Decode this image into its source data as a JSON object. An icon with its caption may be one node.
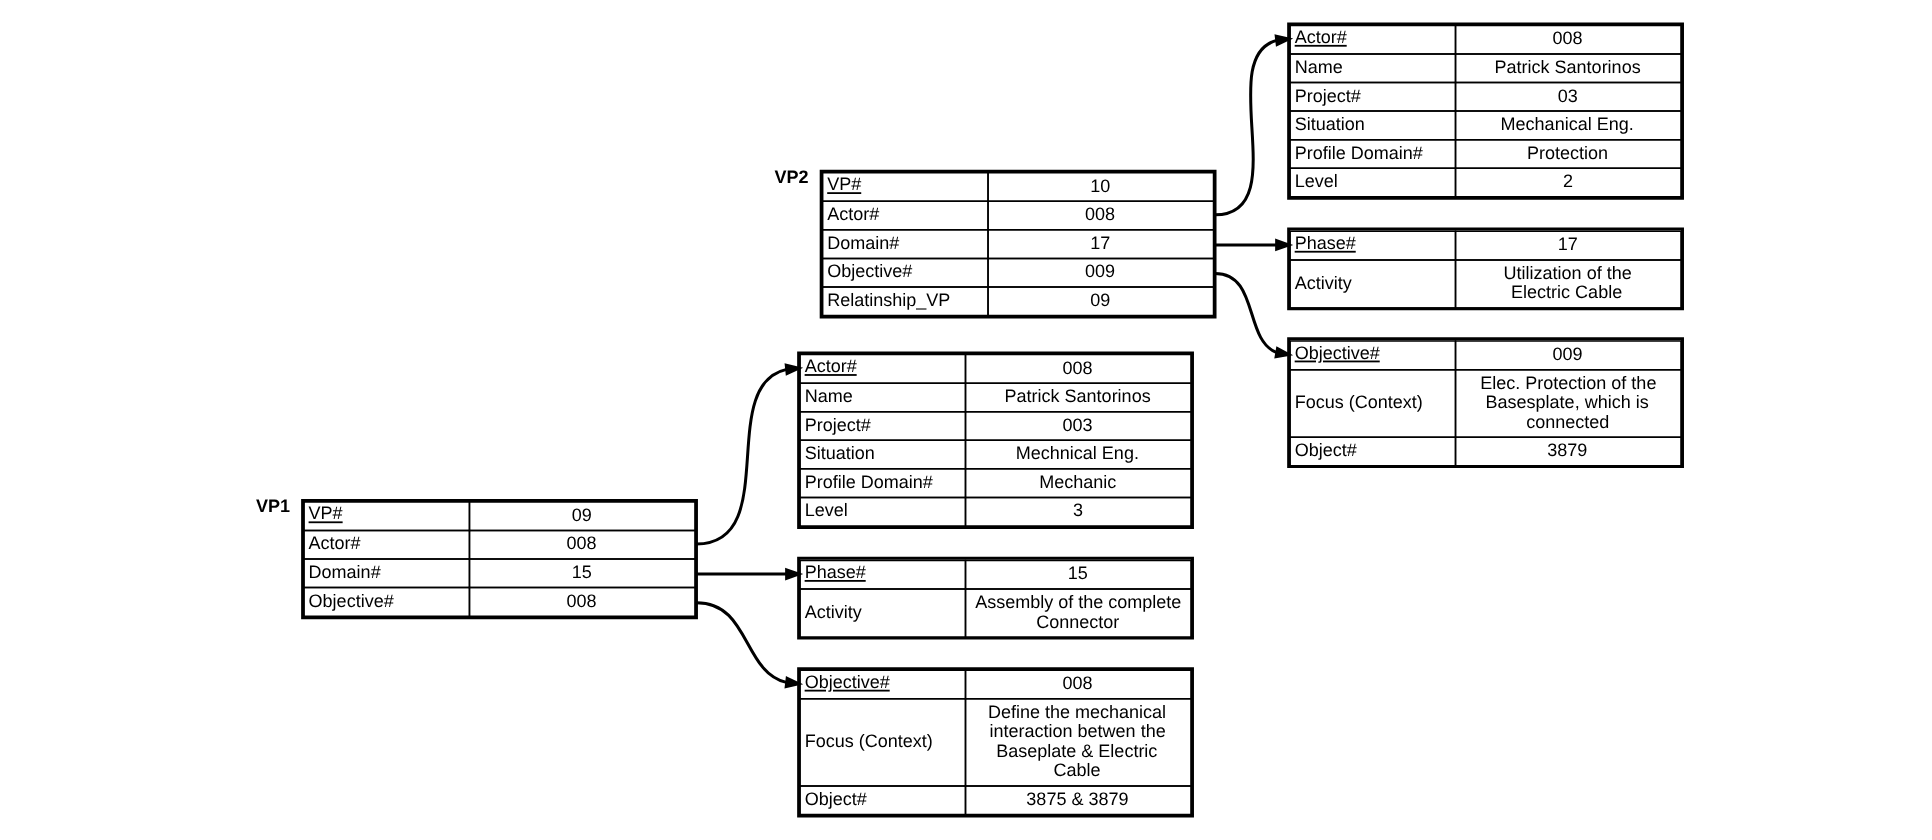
{
  "diagram": {
    "nodes": [
      {
        "text": [
          "VP#",
          "09",
          "Actor#",
          "008",
          "Domain#",
          "15",
          "Objective#",
          "008"
        ],
        "beside": [
          "VP1"
        ]
      },
      {
        "text": [
          "Actor#",
          "008",
          "Name",
          "Patrick Santorinos",
          "Project#",
          "003",
          "Situation",
          "Mechnical Eng.",
          "Profile Domain#",
          "Mechanic",
          "Level",
          "3"
        ]
      },
      {
        "text": [
          "Phase#",
          "15",
          "Activity",
          "Assembly of the complete Connector"
        ]
      },
      {
        "text": [
          "Objective#",
          "008",
          "Focus (Context)",
          "Define the mechanical interaction betwen the Baseplate & Electric Cable",
          "Object#",
          "3875 & 3879"
        ]
      },
      {
        "text": [
          "VP#",
          "10",
          "Actor#",
          "008",
          "Domain#",
          "17",
          "Objective#",
          "009",
          "Relatinship_VP",
          "09"
        ],
        "beside": [
          "VP2"
        ]
      },
      {
        "text": [
          "Actor#",
          "008",
          "Name",
          "Patrick Santorinos",
          "Project#",
          "03",
          "Situation",
          "Mechanical Eng.",
          "Profile Domain#",
          "Protection",
          "Level",
          "2"
        ]
      },
      {
        "text": [
          "Phase#",
          "17",
          "Activity",
          "Utilization of the Electric Cable"
        ]
      },
      {
        "text": [
          "Objective#",
          "009",
          "Focus (Context)",
          "Elec. Protection of the Basesplate, which is connected",
          "Object#",
          "3879"
        ]
      }
    ],
    "edges": [
      {
        "from": 0,
        "to": 1,
        "arrow": "to"
      },
      {
        "from": 0,
        "to": 2,
        "arrow": "to"
      },
      {
        "from": 0,
        "to": 3,
        "arrow": "to"
      },
      {
        "from": 4,
        "to": 5,
        "arrow": "to"
      },
      {
        "from": 4,
        "to": 6,
        "arrow": "to"
      },
      {
        "from": 4,
        "to": 7,
        "arrow": "to"
      }
    ]
  }
}
